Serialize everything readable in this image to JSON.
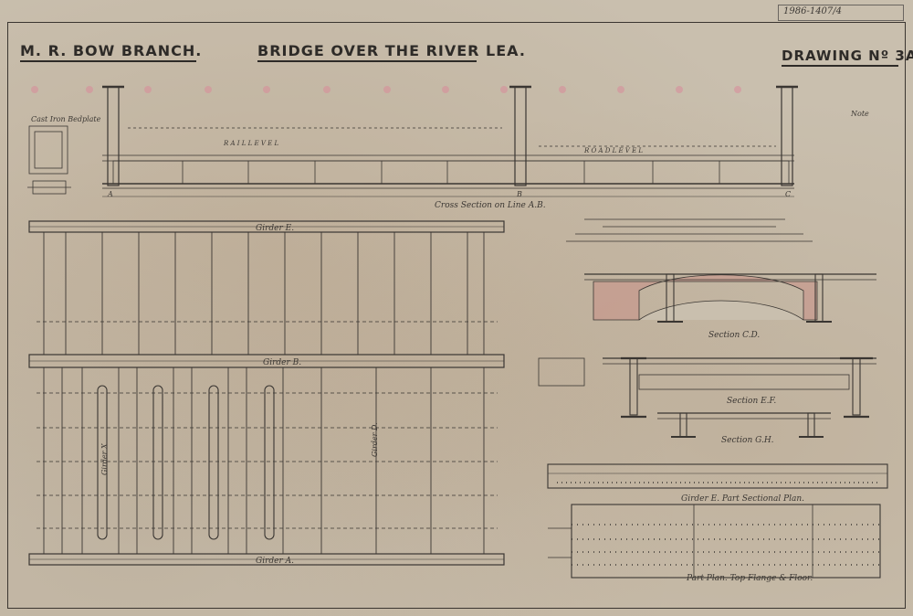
{
  "sheet": {
    "reference": "1986-1407/4",
    "title_left": "M. R. BOW BRANCH.",
    "title_center": "BRIDGE OVER THE RIVER LEA.",
    "drawing_no": "DRAWING Nº 3A"
  },
  "labels": {
    "cast_iron_bedplate": "Cast Iron Bedplate",
    "cross_section": "Cross Section on Line A.B.",
    "girder_e": "Girder E.",
    "girder_b": "Girder B.",
    "girder_a": "Girder A.",
    "girder_d": "Girder D.",
    "girder_x": "Girder X",
    "section_cd": "Section C.D.",
    "section_ef": "Section E.F.",
    "section_gh": "Section G.H.",
    "girder_e_plan": "Girder E. Part Sectional Plan.",
    "part_plan": "Part Plan. Top Flange & Floor.",
    "rail_level": "R A I L   L E V E L",
    "road_level": "R O A D   L E V E L",
    "notes_heading": "Note",
    "point_a": "A",
    "point_b": "B",
    "point_c": "C"
  },
  "colors": {
    "paper": "#c9bfae",
    "ink": "#2e2b28",
    "brick": "#c98f86",
    "rivet": "#d98b9a"
  }
}
